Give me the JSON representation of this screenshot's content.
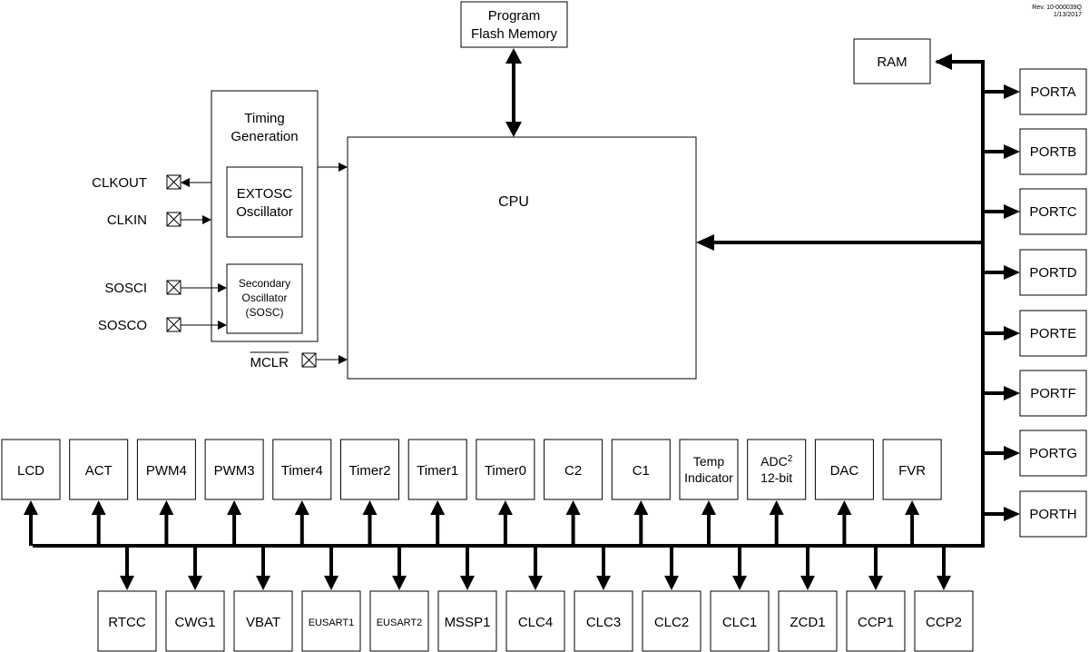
{
  "revision": {
    "rev": "Rev. 10-000039Q",
    "date": "1/13/2017"
  },
  "cpu": {
    "label": "CPU"
  },
  "program_flash": {
    "line1": "Program",
    "line2": "Flash Memory"
  },
  "ram": {
    "label": "RAM"
  },
  "timing": {
    "title_line1": "Timing",
    "title_line2": "Generation",
    "extosc_line1": "EXTOSC",
    "extosc_line2": "Oscillator",
    "sosc_line1": "Secondary",
    "sosc_line2": "Oscillator",
    "sosc_line3": "(SOSC)"
  },
  "pins": {
    "clkout": "CLKOUT",
    "clkin": "CLKIN",
    "sosci": "SOSCI",
    "sosco": "SOSCO",
    "mclr": "MCLR"
  },
  "ports": [
    "PORTA",
    "PORTB",
    "PORTC",
    "PORTD",
    "PORTE",
    "PORTF",
    "PORTG",
    "PORTH"
  ],
  "peripherals_top": [
    {
      "line1": "LCD"
    },
    {
      "line1": "ACT"
    },
    {
      "line1": "PWM4"
    },
    {
      "line1": "PWM3"
    },
    {
      "line1": "Timer4"
    },
    {
      "line1": "Timer2"
    },
    {
      "line1": "Timer1"
    },
    {
      "line1": "Timer0"
    },
    {
      "line1": "C2"
    },
    {
      "line1": "C1"
    },
    {
      "line1": "Temp",
      "line2": "Indicator"
    },
    {
      "line1": "ADC",
      "sup": "2",
      "line2": "12-bit"
    },
    {
      "line1": "DAC"
    },
    {
      "line1": "FVR"
    }
  ],
  "peripherals_bottom": [
    {
      "line1": "RTCC"
    },
    {
      "line1": "CWG1"
    },
    {
      "line1": "VBAT"
    },
    {
      "line1": "EUSART1",
      "small": true
    },
    {
      "line1": "EUSART2",
      "small": true
    },
    {
      "line1": "MSSP1"
    },
    {
      "line1": "CLC4"
    },
    {
      "line1": "CLC3"
    },
    {
      "line1": "CLC2"
    },
    {
      "line1": "CLC1"
    },
    {
      "line1": "ZCD1"
    },
    {
      "line1": "CCP1"
    },
    {
      "line1": "CCP2"
    }
  ]
}
